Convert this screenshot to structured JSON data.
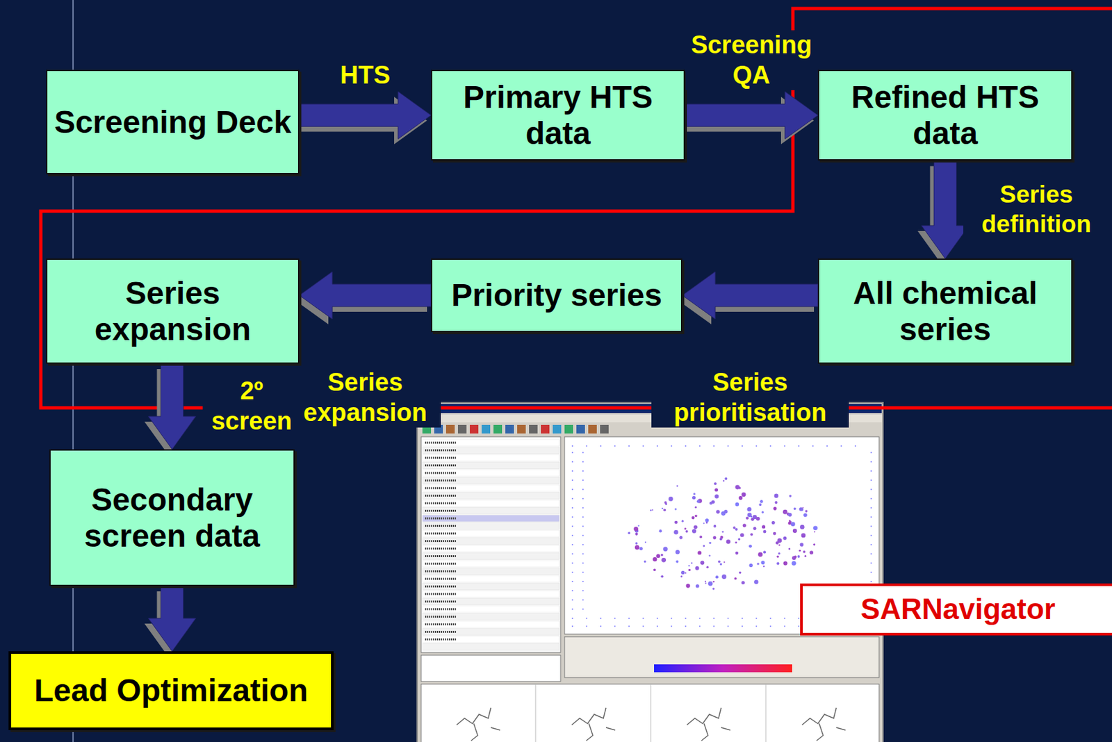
{
  "diagram": {
    "nodes": [
      {
        "text": [
          "Screening Deck"
        ]
      },
      {
        "text": [
          "Primary HTS data"
        ]
      },
      {
        "text": [
          "Refined HTS data"
        ]
      },
      {
        "text": [
          "All chemical series"
        ]
      },
      {
        "text": [
          "Priority series"
        ]
      },
      {
        "text": [
          "Series expansion"
        ]
      },
      {
        "text": [
          "Secondary screen data"
        ]
      },
      {
        "text": [
          "Lead Optimization"
        ]
      },
      {
        "text": [
          "SARNavigator"
        ]
      }
    ],
    "edges": [
      {
        "from": 0,
        "to": 1,
        "label": "HTS",
        "arrow": "to"
      },
      {
        "from": 1,
        "to": 2,
        "label": "Screening QA",
        "arrow": "to"
      },
      {
        "from": 2,
        "to": 3,
        "label": "Series definition",
        "arrow": "to"
      },
      {
        "from": 3,
        "to": 4,
        "label": "Series prioritisation",
        "arrow": "to"
      },
      {
        "from": 4,
        "to": 5,
        "label": "Series expansion",
        "arrow": "to"
      },
      {
        "from": 5,
        "to": 6,
        "label": "2º screen",
        "arrow": "to"
      },
      {
        "from": 6,
        "to": 7,
        "arrow": "to"
      }
    ]
  }
}
